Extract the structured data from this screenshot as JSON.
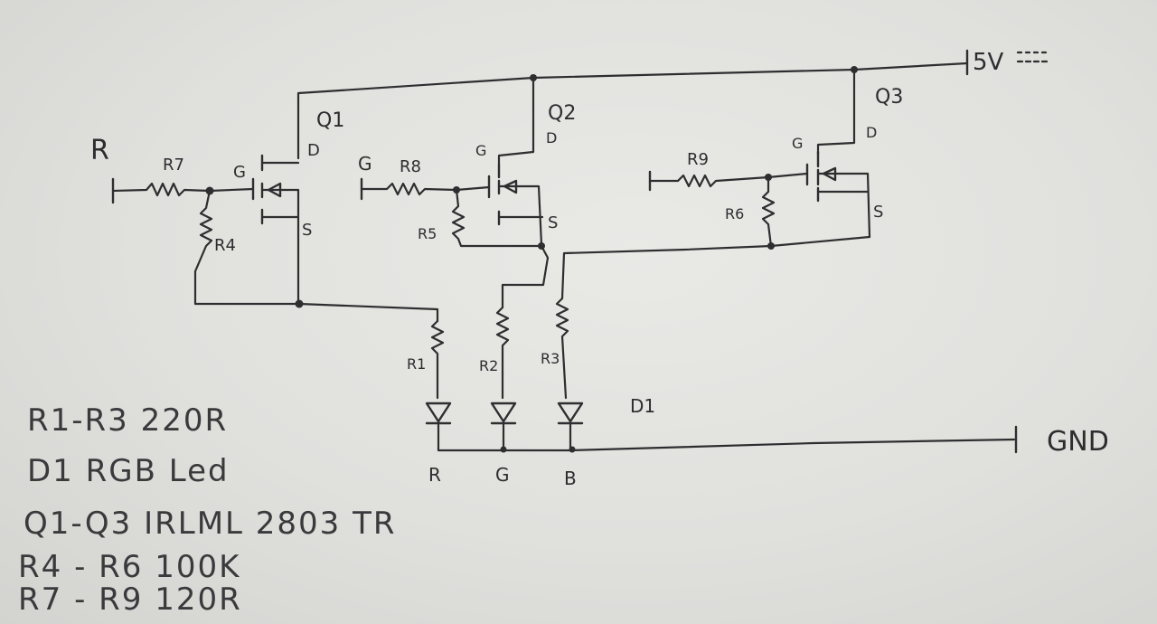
{
  "inputs": {
    "r": "R",
    "g": "G"
  },
  "supply": "5V",
  "ground": "GND",
  "transistors": [
    {
      "name": "Q1",
      "gate": "G",
      "drain": "D",
      "source": "S"
    },
    {
      "name": "Q2",
      "gate": "G",
      "drain": "D",
      "source": "S"
    },
    {
      "name": "Q3",
      "gate": "G",
      "drain": "D",
      "source": "S"
    }
  ],
  "resistors": {
    "r1": "R1",
    "r2": "R2",
    "r3": "R3",
    "r4": "R4",
    "r5": "R5",
    "r6": "R6",
    "r7": "R7",
    "r8": "R8",
    "r9": "R9"
  },
  "led": {
    "name": "D1",
    "channels": [
      "R",
      "G",
      "B"
    ]
  },
  "notes": [
    "R1-R3 220R",
    "D1 RGB Led",
    "Q1-Q3 IRLML 2803 TR",
    "R4 - R6 100K",
    "R7 - R9 120R"
  ]
}
